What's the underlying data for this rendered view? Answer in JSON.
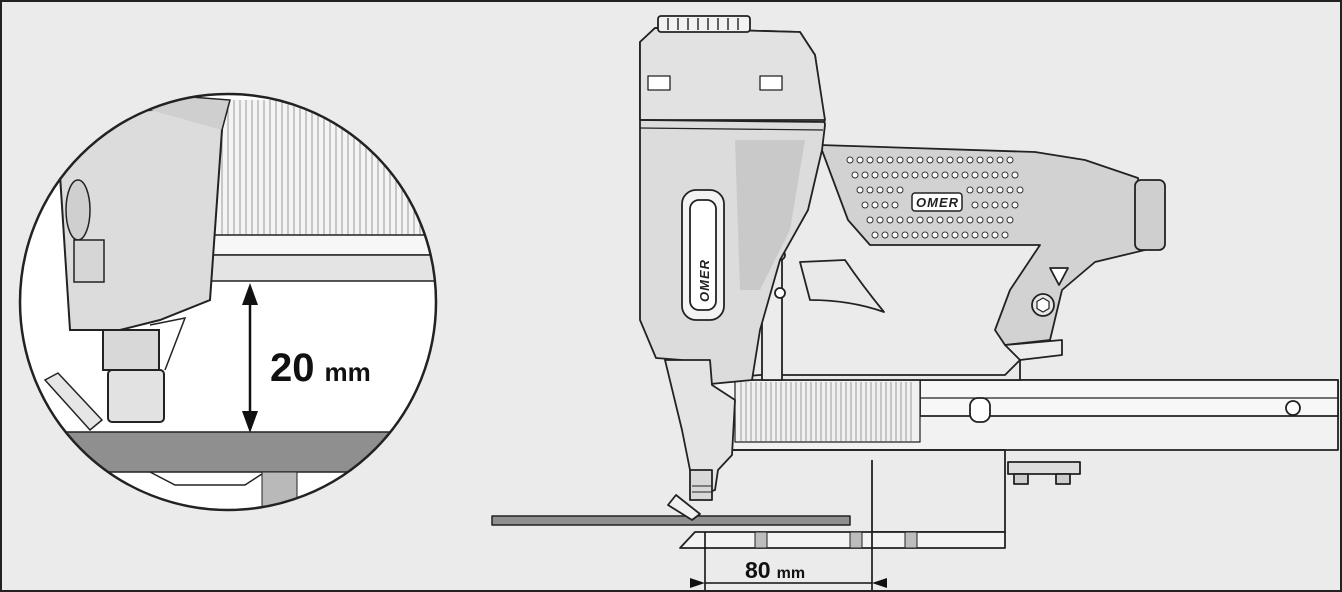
{
  "brand": "OMER",
  "measurements": {
    "height": {
      "value": "20",
      "unit": "mm"
    },
    "width": {
      "value": "80",
      "unit": "mm"
    }
  }
}
